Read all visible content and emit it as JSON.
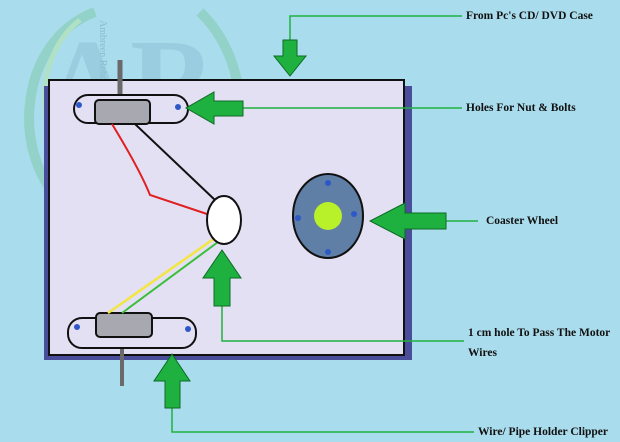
{
  "watermark": {
    "monogram": "AR",
    "ring_text": "Ambreen Rehman"
  },
  "labels": {
    "case": "From Pc's CD/ DVD Case",
    "holes": "Holes For Nut & Bolts",
    "wheel": "Coaster Wheel",
    "motor_hole_line1": "1 cm hole To Pass The Motor",
    "motor_hole_line2": "Wires",
    "clipper": "Wire/ Pipe Holder Clipper"
  },
  "colors": {
    "background": "#a9dcec",
    "case_fill": "#e4e0f4",
    "arrow": "#1fb140",
    "leader_line": "#1fb140",
    "wire_red": "#e02020",
    "wire_black": "#111111",
    "wire_yellow": "#f2e640",
    "wire_green": "#3bbf3b",
    "wheel_outer": "#5f7fa6",
    "wheel_hub": "#b8f02a",
    "bolt": "#2e57c8"
  }
}
